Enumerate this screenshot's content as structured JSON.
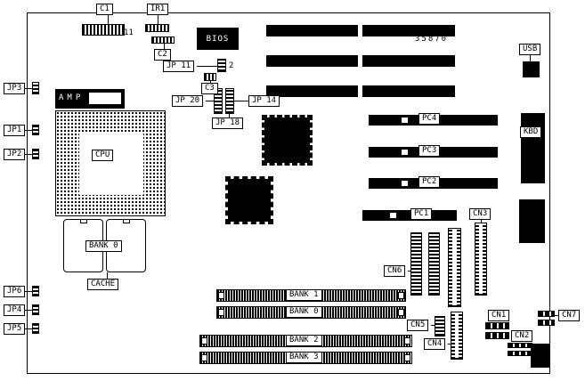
{
  "labels": {
    "c1": "C1",
    "c1_pins": "11",
    "ir1": "IR1",
    "c2": "C2",
    "c3": "C3",
    "jp11": "JP 11",
    "jp11_pins": "2",
    "jp20": "JP 20",
    "jp14": "JP 14",
    "jp18": "JP 18",
    "jp1": "JP1",
    "jp2": "JP2",
    "jp3": "JP3",
    "jp4": "JP4",
    "jp5": "JP5",
    "jp6": "JP6",
    "bios": "BIOS",
    "chip_number": "35870",
    "usb": "USB",
    "amp": "AMP",
    "cpu": "CPU",
    "kbd": "KBD",
    "pc1": "PC1",
    "pc2": "PC2",
    "pc3": "PC3",
    "pc4": "PC4",
    "cn1": "CN1",
    "cn2": "CN2",
    "cn3": "CN3",
    "cn4": "CN4",
    "cn5": "CN5",
    "cn6": "CN6",
    "cn7": "CN7",
    "cache_bank": "BANK 0",
    "cache": "CACHE",
    "bank0": "BANK 0",
    "bank1": "BANK 1",
    "bank2": "BANK 2",
    "bank3": "BANK 3"
  },
  "colors": {
    "board_bg": "#ffffff",
    "ink": "#000000",
    "chip_text": "#ffffff"
  }
}
